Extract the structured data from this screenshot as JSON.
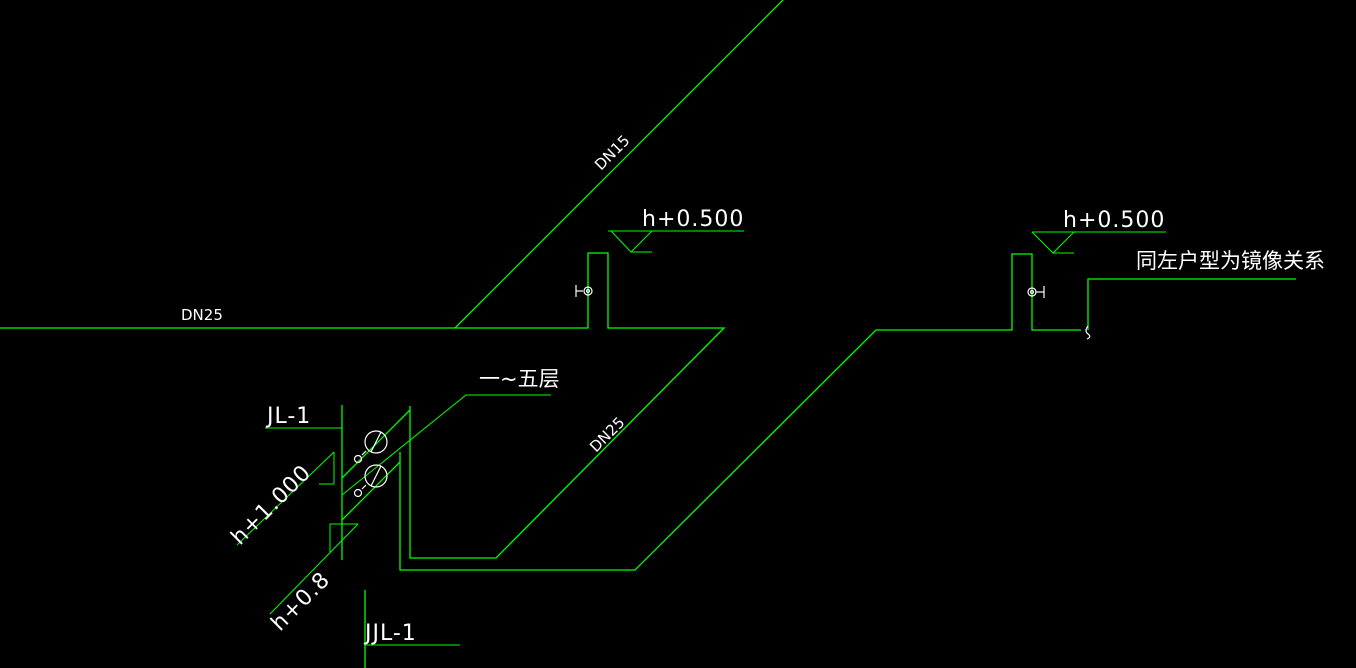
{
  "labels": {
    "pipe_dn15": "DN15",
    "pipe_dn25_top": "DN25",
    "pipe_dn25_diag": "DN25",
    "elev_left": "h+0.500",
    "elev_right": "h+0.500",
    "mirror_note": "同左户型为镜像关系",
    "floors_note": "一~五层",
    "riser_jl": "JL-1",
    "elev_h1000": "h+1.000",
    "elev_h08": "h+0.8",
    "riser_jjl": "JJL-1"
  },
  "colors": {
    "background": "#000000",
    "lines": "#00ff00",
    "text": "#ffffff"
  },
  "icons": {
    "valve_left": "gate-valve-icon",
    "valve_right": "gate-valve-icon",
    "meter_1": "water-meter-icon",
    "meter_2": "water-meter-icon"
  }
}
